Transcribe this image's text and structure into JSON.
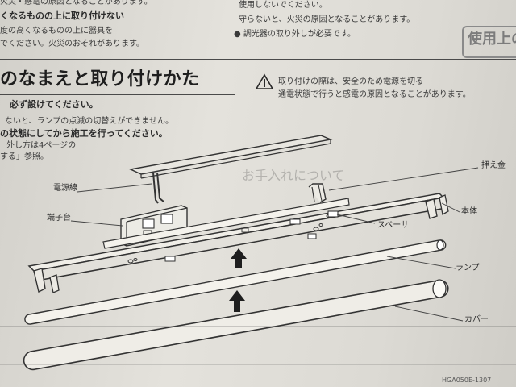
{
  "top_left": {
    "line0": "火災・感電の原因となることがあります。",
    "line1": "くなるものの上に取り付けない",
    "line2": "度の高くなるものの上に器具を",
    "line3": "でください。火災のおそれがあります。"
  },
  "top_right": {
    "line0": "使用しないでください。",
    "line1": "守らないと、火災の原因となることがあります。",
    "line2": "● 調光器の取り外しが必要です。"
  },
  "side_badge": "使用上の",
  "section_title": "のなまえと取り付けかた",
  "warning": {
    "line1": "取り付けの際は、安全のため電源を切る",
    "line2": "通電状態で行うと感電の原因となることがあります。"
  },
  "instructions": {
    "line1": "必ず設けてください。",
    "line2": "ないと、ランプの点滅の切替えができません。",
    "line3": "の状態にしてから施工を行ってください。",
    "line4": "外し方は4ページの",
    "line5": "する」参照。"
  },
  "parts": {
    "osae": "押え金",
    "power_cord": "電源線",
    "terminal": "端子台",
    "body": "本体",
    "spacer": "スペーサ",
    "lamp": "ランプ",
    "cover": "カバー"
  },
  "footer_code": "HGA050E-1307"
}
